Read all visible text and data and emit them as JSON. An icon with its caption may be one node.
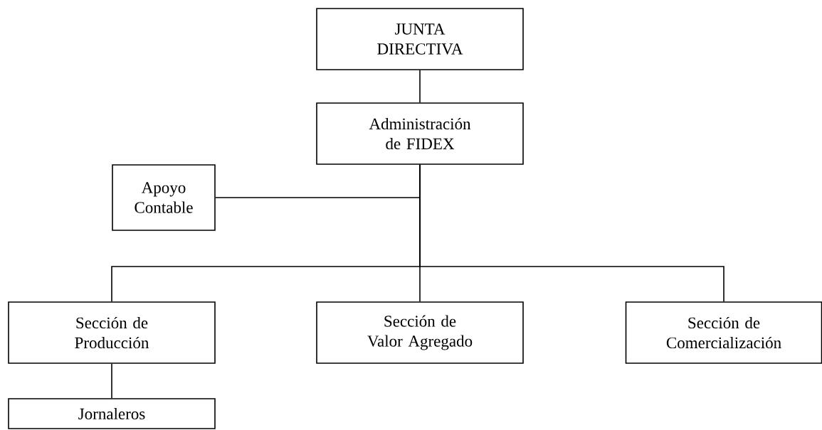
{
  "diagram": {
    "nodes": [
      {
        "text": [
          "JUNTA DIRECTIVA"
        ]
      },
      {
        "text": [
          "Administración de FIDEX"
        ]
      },
      {
        "text": [
          "Apoyo Contable"
        ]
      },
      {
        "text": [
          "Sección de Producción"
        ]
      },
      {
        "text": [
          "Sección de Valor Agregado"
        ]
      },
      {
        "text": [
          "Sección de Comercialización"
        ]
      },
      {
        "text": [
          "Jornaleros"
        ]
      }
    ],
    "edges": [
      {
        "from": 0,
        "to": 1,
        "arrow": "none"
      },
      {
        "from": 1,
        "to": 2,
        "arrow": "none"
      },
      {
        "from": 1,
        "to": 3,
        "arrow": "none"
      },
      {
        "from": 1,
        "to": 4,
        "arrow": "none"
      },
      {
        "from": 1,
        "to": 5,
        "arrow": "none"
      },
      {
        "from": 3,
        "to": 6,
        "arrow": "none"
      }
    ]
  }
}
